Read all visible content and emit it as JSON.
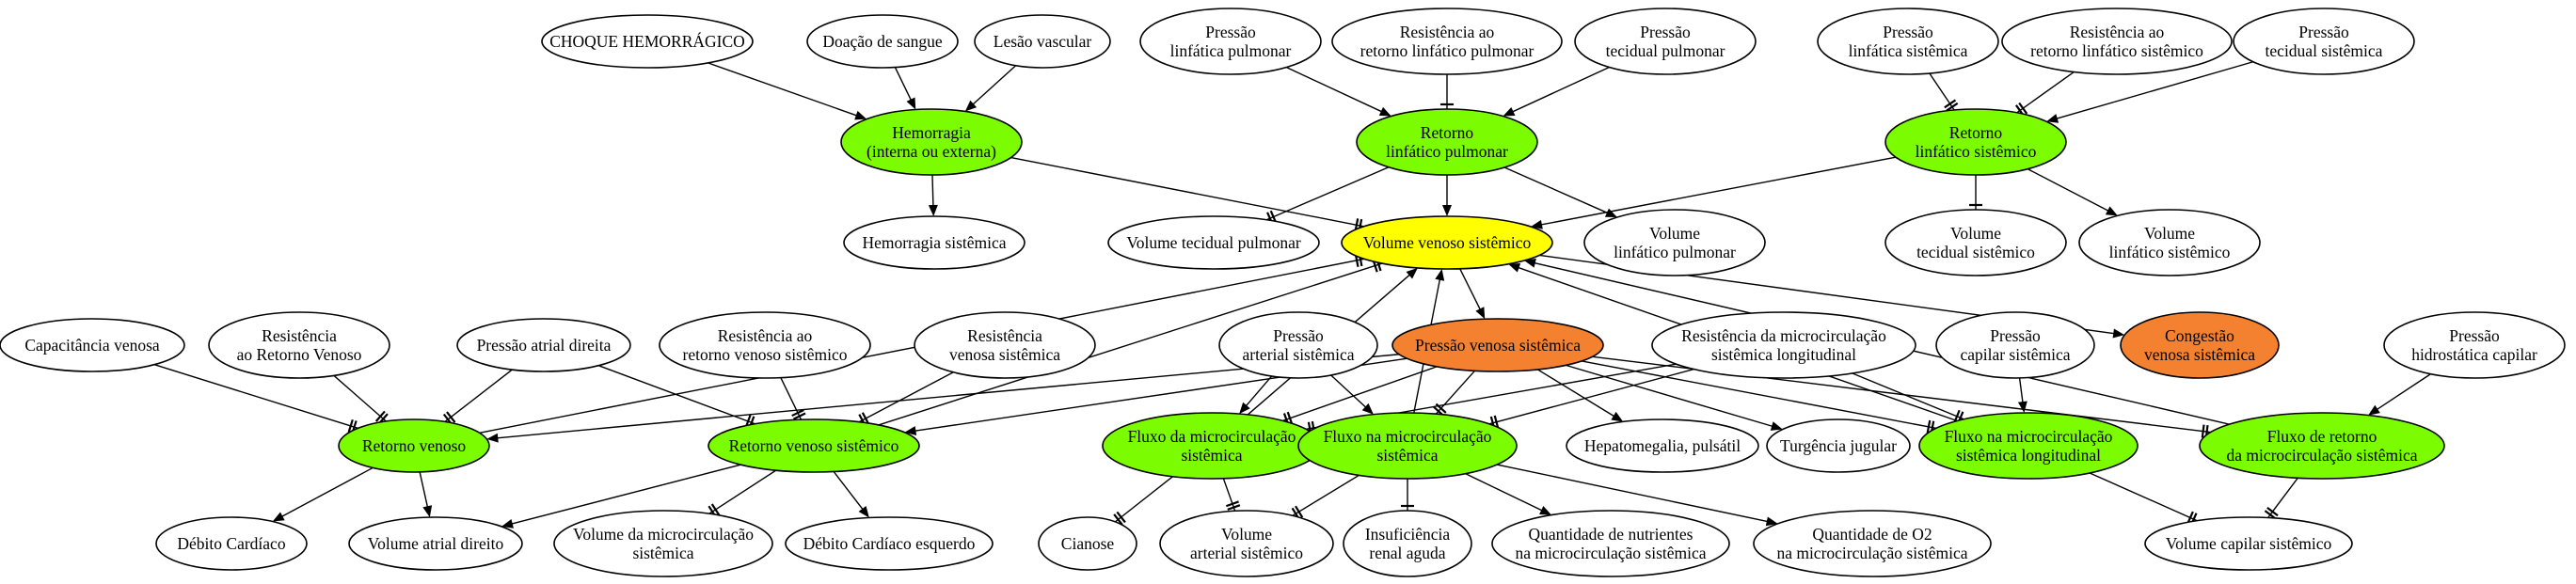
{
  "colors": {
    "background": "#ffffff",
    "default": "#ffffff",
    "green": "#7cfc00",
    "yellow": "#ffff00",
    "orange": "#f4812f"
  },
  "nodes": [
    {
      "id": "choque",
      "lines": [
        "CHOQUE HEMORRÁGICO"
      ],
      "fill": "default"
    },
    {
      "id": "doacao",
      "lines": [
        "Doação de sangue"
      ],
      "fill": "default"
    },
    {
      "id": "lesao",
      "lines": [
        "Lesão vascular"
      ],
      "fill": "default"
    },
    {
      "id": "hemorragia",
      "lines": [
        "Hemorragia",
        "(interna ou externa)"
      ],
      "fill": "green"
    },
    {
      "id": "hem_sist",
      "lines": [
        "Hemorragia sistêmica"
      ],
      "fill": "default"
    },
    {
      "id": "plp",
      "lines": [
        "Pressão",
        "linfática pulmonar"
      ],
      "fill": "default"
    },
    {
      "id": "rrlp",
      "lines": [
        "Resistência ao",
        "retorno linfático pulmonar"
      ],
      "fill": "default"
    },
    {
      "id": "ptp",
      "lines": [
        "Pressão",
        "tecidual pulmonar"
      ],
      "fill": "default"
    },
    {
      "id": "rlp",
      "lines": [
        "Retorno",
        "linfático pulmonar"
      ],
      "fill": "green"
    },
    {
      "id": "vtp",
      "lines": [
        "Volume tecidual pulmonar"
      ],
      "fill": "default"
    },
    {
      "id": "vvs",
      "lines": [
        "Volume venoso sistêmico"
      ],
      "fill": "yellow"
    },
    {
      "id": "vlp",
      "lines": [
        "Volume",
        "linfático pulmonar"
      ],
      "fill": "default"
    },
    {
      "id": "pls",
      "lines": [
        "Pressão",
        "linfática sistêmica"
      ],
      "fill": "default"
    },
    {
      "id": "rrls",
      "lines": [
        "Resistência ao",
        "retorno linfático sistêmico"
      ],
      "fill": "default"
    },
    {
      "id": "pts",
      "lines": [
        "Pressão",
        "tecidual sistêmica"
      ],
      "fill": "default"
    },
    {
      "id": "rls",
      "lines": [
        "Retorno",
        "linfático sistêmico"
      ],
      "fill": "green"
    },
    {
      "id": "vts",
      "lines": [
        "Volume",
        "tecidual sistêmico"
      ],
      "fill": "default"
    },
    {
      "id": "vls",
      "lines": [
        "Volume",
        "linfático sistêmico"
      ],
      "fill": "default"
    },
    {
      "id": "capven",
      "lines": [
        "Capacitância venosa"
      ],
      "fill": "default"
    },
    {
      "id": "resrv",
      "lines": [
        "Resistência",
        "ao Retorno Venoso"
      ],
      "fill": "default"
    },
    {
      "id": "pad",
      "lines": [
        "Pressão atrial direita"
      ],
      "fill": "default"
    },
    {
      "id": "rrvs",
      "lines": [
        "Resistência ao",
        "retorno venoso sistêmico"
      ],
      "fill": "default"
    },
    {
      "id": "rvs_res",
      "lines": [
        "Resistência",
        "venosa sistêmica"
      ],
      "fill": "default"
    },
    {
      "id": "pas",
      "lines": [
        "Pressão",
        "arterial sistêmica"
      ],
      "fill": "default"
    },
    {
      "id": "pvs",
      "lines": [
        "Pressão venosa sistêmica"
      ],
      "fill": "orange"
    },
    {
      "id": "rml",
      "lines": [
        "Resistência da microcirculação",
        "sistêmica longitudinal"
      ],
      "fill": "default"
    },
    {
      "id": "pcs",
      "lines": [
        "Pressão",
        "capilar sistêmica"
      ],
      "fill": "default"
    },
    {
      "id": "cvs",
      "lines": [
        "Congestão",
        "venosa sistêmica"
      ],
      "fill": "orange"
    },
    {
      "id": "phc",
      "lines": [
        "Pressão",
        "hidrostática capilar"
      ],
      "fill": "default"
    },
    {
      "id": "rv",
      "lines": [
        "Retorno venoso"
      ],
      "fill": "green"
    },
    {
      "id": "rvs",
      "lines": [
        "Retorno venoso sistêmico"
      ],
      "fill": "green"
    },
    {
      "id": "fms",
      "lines": [
        "Fluxo da microcirculação",
        "sistêmica"
      ],
      "fill": "green"
    },
    {
      "id": "fnm",
      "lines": [
        "Fluxo na microcirculação",
        "sistêmica"
      ],
      "fill": "green"
    },
    {
      "id": "hepato",
      "lines": [
        "Hepatomegalia, pulsátil"
      ],
      "fill": "default"
    },
    {
      "id": "turg",
      "lines": [
        "Turgência jugular"
      ],
      "fill": "default"
    },
    {
      "id": "fml",
      "lines": [
        "Fluxo na microcirculação",
        "sistêmica longitudinal"
      ],
      "fill": "green"
    },
    {
      "id": "frm",
      "lines": [
        "Fluxo de retorno",
        "da microcirculação sistêmica"
      ],
      "fill": "green"
    },
    {
      "id": "dc",
      "lines": [
        "Débito Cardíaco"
      ],
      "fill": "default"
    },
    {
      "id": "vad",
      "lines": [
        "Volume atrial direito"
      ],
      "fill": "default"
    },
    {
      "id": "vms",
      "lines": [
        "Volume da microcirculação",
        "sistêmica"
      ],
      "fill": "default"
    },
    {
      "id": "dce",
      "lines": [
        "Débito Cardíaco esquerdo"
      ],
      "fill": "default"
    },
    {
      "id": "cianose",
      "lines": [
        "Cianose"
      ],
      "fill": "default"
    },
    {
      "id": "vas",
      "lines": [
        "Volume",
        "arterial sistêmico"
      ],
      "fill": "default"
    },
    {
      "id": "ira",
      "lines": [
        "Insuficiência",
        "renal aguda"
      ],
      "fill": "default"
    },
    {
      "id": "qn",
      "lines": [
        "Quantidade de nutrientes",
        "na microcirculação sistêmica"
      ],
      "fill": "default"
    },
    {
      "id": "qo2",
      "lines": [
        "Quantidade de O2",
        "na microcirculação sistêmica"
      ],
      "fill": "default"
    },
    {
      "id": "vcs",
      "lines": [
        "Volume capilar sistêmico"
      ],
      "fill": "default"
    }
  ],
  "edges": [
    {
      "from": "choque",
      "to": "hemorragia",
      "mark": "arrow"
    },
    {
      "from": "doacao",
      "to": "hemorragia",
      "mark": "arrow"
    },
    {
      "from": "lesao",
      "to": "hemorragia",
      "mark": "arrow"
    },
    {
      "from": "hemorragia",
      "to": "hem_sist",
      "mark": "arrow"
    },
    {
      "from": "hemorragia",
      "to": "vvs",
      "mark": "double"
    },
    {
      "from": "plp",
      "to": "rlp",
      "mark": "arrow"
    },
    {
      "from": "rrlp",
      "to": "rlp",
      "mark": "bar"
    },
    {
      "from": "ptp",
      "to": "rlp",
      "mark": "arrow"
    },
    {
      "from": "rlp",
      "to": "vtp",
      "mark": "double"
    },
    {
      "from": "rlp",
      "to": "vvs",
      "mark": "arrow"
    },
    {
      "from": "rlp",
      "to": "vlp",
      "mark": "arrow"
    },
    {
      "from": "pls",
      "to": "rls",
      "mark": "double"
    },
    {
      "from": "rrls",
      "to": "rls",
      "mark": "double"
    },
    {
      "from": "pts",
      "to": "rls",
      "mark": "arrow"
    },
    {
      "from": "rls",
      "to": "vvs",
      "mark": "arrow"
    },
    {
      "from": "rls",
      "to": "vts",
      "mark": "bar"
    },
    {
      "from": "rls",
      "to": "vls",
      "mark": "arrow"
    },
    {
      "from": "vvs",
      "to": "pvs",
      "mark": "arrow"
    },
    {
      "from": "vvs",
      "to": "cvs",
      "mark": "arrow"
    },
    {
      "from": "rv",
      "to": "vvs",
      "mark": "double"
    },
    {
      "from": "rvs",
      "to": "vvs",
      "mark": "double"
    },
    {
      "from": "fms",
      "to": "vvs",
      "mark": "arrow"
    },
    {
      "from": "fnm",
      "to": "vvs",
      "mark": "arrow"
    },
    {
      "from": "fml",
      "to": "vvs",
      "mark": "arrow"
    },
    {
      "from": "frm",
      "to": "vvs",
      "mark": "arrow"
    },
    {
      "from": "capven",
      "to": "rv",
      "mark": "double"
    },
    {
      "from": "resrv",
      "to": "rv",
      "mark": "double"
    },
    {
      "from": "pad",
      "to": "rv",
      "mark": "double"
    },
    {
      "from": "pvs",
      "to": "rv",
      "mark": "arrow"
    },
    {
      "from": "rrvs",
      "to": "rvs",
      "mark": "double"
    },
    {
      "from": "rvs_res",
      "to": "rvs",
      "mark": "double"
    },
    {
      "from": "pad",
      "to": "rvs",
      "mark": "double"
    },
    {
      "from": "pvs",
      "to": "rvs",
      "mark": "arrow"
    },
    {
      "from": "pas",
      "to": "fms",
      "mark": "arrow"
    },
    {
      "from": "pas",
      "to": "fnm",
      "mark": "arrow"
    },
    {
      "from": "pvs",
      "to": "fms",
      "mark": "double"
    },
    {
      "from": "pvs",
      "to": "fnm",
      "mark": "double"
    },
    {
      "from": "pvs",
      "to": "hepato",
      "mark": "arrow"
    },
    {
      "from": "pvs",
      "to": "turg",
      "mark": "arrow"
    },
    {
      "from": "pvs",
      "to": "fml",
      "mark": "double"
    },
    {
      "from": "pvs",
      "to": "frm",
      "mark": "double"
    },
    {
      "from": "rml",
      "to": "fms",
      "mark": "double"
    },
    {
      "from": "rml",
      "to": "fnm",
      "mark": "double"
    },
    {
      "from": "rml",
      "to": "fml",
      "mark": "double"
    },
    {
      "from": "pcs",
      "to": "fml",
      "mark": "arrow"
    },
    {
      "from": "phc",
      "to": "frm",
      "mark": "arrow"
    },
    {
      "from": "rv",
      "to": "dc",
      "mark": "arrow"
    },
    {
      "from": "rv",
      "to": "vad",
      "mark": "arrow"
    },
    {
      "from": "rvs",
      "to": "vad",
      "mark": "arrow"
    },
    {
      "from": "rvs",
      "to": "vms",
      "mark": "double"
    },
    {
      "from": "rvs",
      "to": "dce",
      "mark": "arrow"
    },
    {
      "from": "fms",
      "to": "cianose",
      "mark": "double"
    },
    {
      "from": "fms",
      "to": "vas",
      "mark": "double"
    },
    {
      "from": "fnm",
      "to": "vas",
      "mark": "double"
    },
    {
      "from": "fnm",
      "to": "ira",
      "mark": "bar"
    },
    {
      "from": "fnm",
      "to": "qn",
      "mark": "arrow"
    },
    {
      "from": "fnm",
      "to": "qo2",
      "mark": "arrow"
    },
    {
      "from": "fml",
      "to": "vcs",
      "mark": "double"
    },
    {
      "from": "frm",
      "to": "vcs",
      "mark": "double"
    }
  ]
}
